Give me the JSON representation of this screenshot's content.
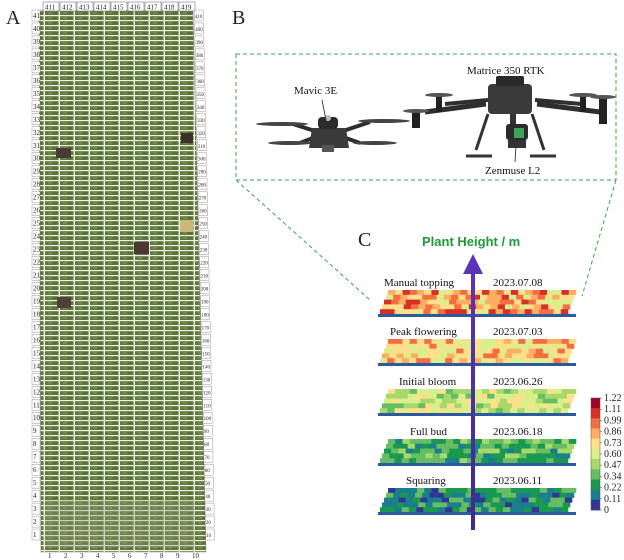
{
  "panels": {
    "a": "A",
    "b": "B",
    "c": "C"
  },
  "drones": {
    "mavic": "Mavic 3E",
    "matrice": "Matrice 350 RTK",
    "zenmuse": "Zenmuse L2"
  },
  "plant_height_title": "Plant Height / m",
  "stages": [
    {
      "name": "Manual topping",
      "date": "2023.07.08"
    },
    {
      "name": "Peak flowering",
      "date": "2023.07.03"
    },
    {
      "name": "Initial bloom",
      "date": "2023.06.26"
    },
    {
      "name": "Full bud",
      "date": "2023.06.18"
    },
    {
      "name": "Squaring",
      "date": "2023.06.11"
    }
  ],
  "colorbar": {
    "ticks": [
      "1.22",
      "1.11",
      "0.99",
      "0.86",
      "0.73",
      "0.60",
      "0.47",
      "0.34",
      "0.22",
      "0.11",
      "0"
    ],
    "colors": [
      "#a50026",
      "#d73027",
      "#f46d43",
      "#fdae61",
      "#fee08b",
      "#d9ef8b",
      "#a6d96a",
      "#66bd63",
      "#1a9850",
      "#1b7e8c",
      "#313695"
    ]
  },
  "field_top_labels": [
    "411",
    "412",
    "413",
    "414",
    "415",
    "416",
    "417",
    "418",
    "419"
  ],
  "field_bottom_labels": [
    "1",
    "2",
    "3",
    "4",
    "5",
    "6",
    "7",
    "8",
    "9",
    "10"
  ],
  "field_left_labels": [
    "41",
    "40",
    "39",
    "38",
    "37",
    "36",
    "35",
    "34",
    "33",
    "32",
    "31",
    "30",
    "29",
    "28",
    "27",
    "26",
    "25",
    "24",
    "23",
    "22",
    "21",
    "20",
    "19",
    "18",
    "17",
    "16",
    "15",
    "14",
    "13",
    "12",
    "11",
    "10",
    "9",
    "8",
    "7",
    "6",
    "5",
    "4",
    "3",
    "2",
    "1"
  ],
  "field_right_labels": [
    "410",
    "400",
    "390",
    "380",
    "370",
    "360",
    "350",
    "340",
    "330",
    "320",
    "310",
    "300",
    "290",
    "280",
    "270",
    "260",
    "250",
    "240",
    "230",
    "220",
    "210",
    "200",
    "190",
    "180",
    "170",
    "160",
    "150",
    "140",
    "130",
    "120",
    "110",
    "100",
    "90",
    "80",
    "70",
    "60",
    "50",
    "40",
    "30",
    "20",
    "10"
  ]
}
